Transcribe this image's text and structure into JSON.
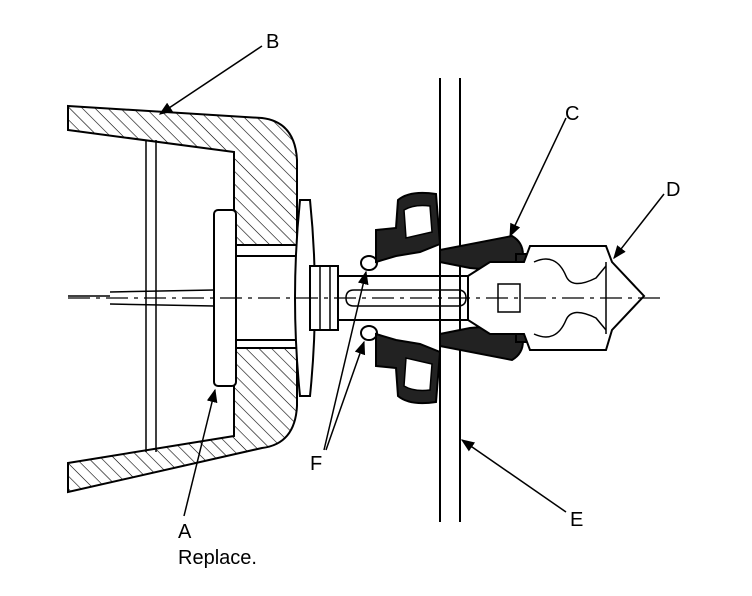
{
  "diagram": {
    "labels": {
      "a": "A",
      "a_note": "Replace.",
      "b": "B",
      "c": "C",
      "d": "D",
      "e": "E",
      "f": "F"
    }
  }
}
